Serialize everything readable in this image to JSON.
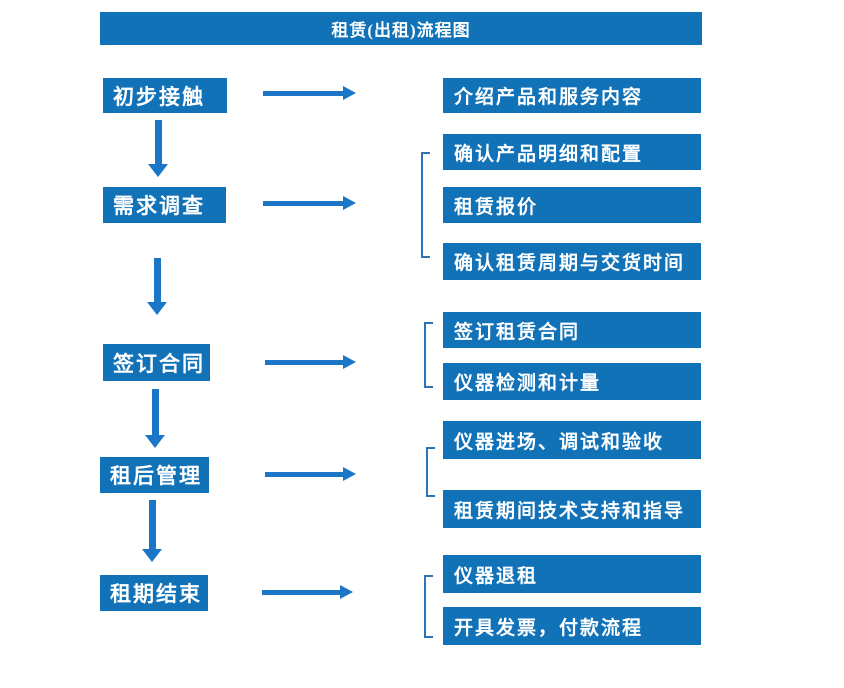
{
  "title": "租赁(出租)流程图",
  "colors": {
    "box_fill": "#1172b8",
    "arrow": "#1b76c8",
    "bracket": "#2e74b5",
    "text": "#ffffff",
    "background": "#ffffff"
  },
  "stages": [
    {
      "label": "初步接触",
      "outputs": [
        "介绍产品和服务内容"
      ]
    },
    {
      "label": "需求调查",
      "outputs": [
        "确认产品明细和配置",
        "租赁报价",
        "确认租赁周期与交货时间"
      ]
    },
    {
      "label": "签订合同",
      "outputs": [
        "签订租赁合同",
        "仪器检测和计量"
      ]
    },
    {
      "label": "租后管理",
      "outputs": [
        "仪器进场、调试和验收",
        "租赁期间技术支持和指导"
      ]
    },
    {
      "label": "租期结束",
      "outputs": [
        "仪器退租",
        "开具发票，付款流程"
      ]
    }
  ]
}
